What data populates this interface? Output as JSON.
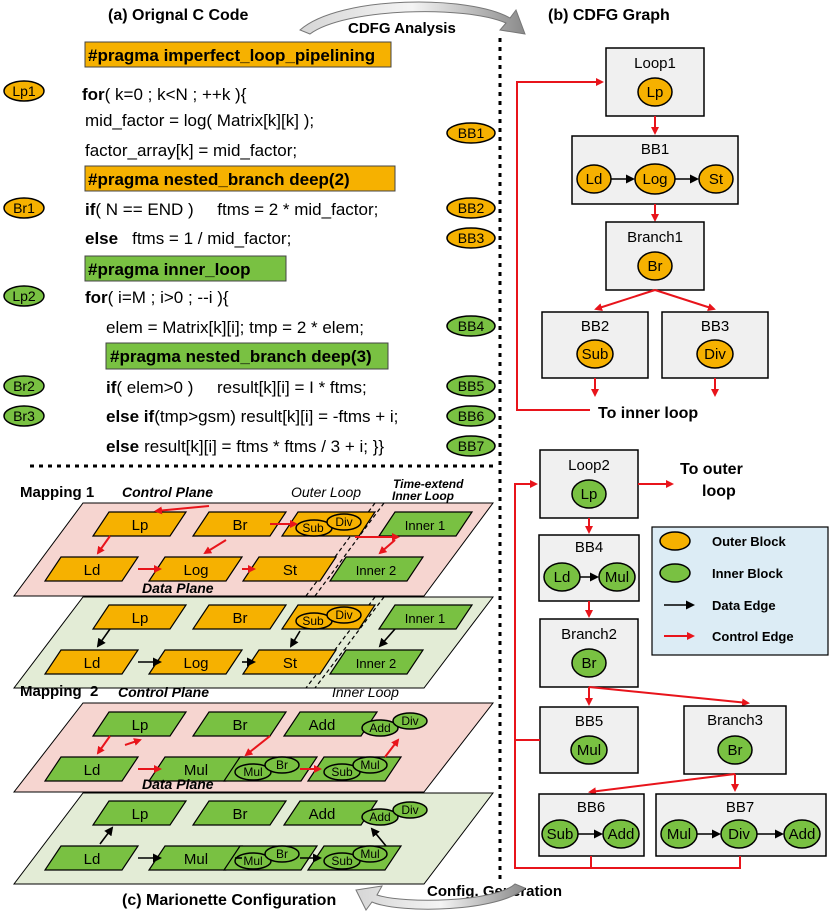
{
  "headings": {
    "a": "(a) Orignal C Code",
    "b": "(b) CDFG Graph",
    "c": "(c) Marionette Configuration",
    "cdfg_analysis": "CDFG Analysis",
    "config_generation": "Config. Generation"
  },
  "code": {
    "pragma1": "#pragma imperfect_loop_pipelining",
    "line_for1_kw": "for",
    "line_for1_rest": "( k=0 ; k<N ; ++k ){",
    "line_mid": "mid_factor = log( Matrix[k][k] );",
    "line_factor": "factor_array[k] = mid_factor;",
    "pragma2": "#pragma nested_branch deep(2)",
    "line_if1_kw": "if",
    "line_if1_rest": "( N == END )     ftms = 2 * mid_factor;",
    "line_else1_kw": "else",
    "line_else1_rest": "ftms = 1 / mid_factor;",
    "pragma3": "#pragma inner_loop",
    "line_for2_kw": "for",
    "line_for2_rest": "( i=M ; i>0 ; --i ){",
    "line_elem": "elem = Matrix[k][i]; tmp = 2 * elem;",
    "pragma4": "#pragma nested_branch deep(3)",
    "line_if2_kw": "if",
    "line_if2_rest": "( elem>0 )     result[k][i] = I * ftms;",
    "line_elseif_kw": "else if",
    "line_elseif_rest": "(tmp>gsm) result[k][i] = -ftms + i;",
    "line_else2_kw": "else",
    "line_else2_rest": "result[k][i] = ftms * ftms / 3 + i; }}"
  },
  "left_tags": [
    "Lp1",
    "Br1",
    "Lp2",
    "Br2",
    "Br3"
  ],
  "right_tags": [
    "BB1",
    "BB2",
    "BB3",
    "BB4",
    "BB5",
    "BB6",
    "BB7"
  ],
  "graph": {
    "loop1": "Loop1",
    "bb1": "BB1",
    "branch1": "Branch1",
    "bb2": "BB2",
    "bb3": "BB3",
    "to_inner": "To inner loop",
    "loop2": "Loop2",
    "to_outer_1": "To outer",
    "to_outer_2": "loop",
    "bb4": "BB4",
    "branch2": "Branch2",
    "bb5": "BB5",
    "branch3": "Branch3",
    "bb6": "BB6",
    "bb7": "BB7",
    "ops": {
      "lp": "Lp",
      "ld": "Ld",
      "log": "Log",
      "st": "St",
      "br": "Br",
      "sub": "Sub",
      "div": "Div",
      "mul": "Mul",
      "add": "Add"
    }
  },
  "legend": {
    "outer": "Outer Block",
    "inner": "Inner Block",
    "data_edge": "Data Edge",
    "control_edge": "Control Edge"
  },
  "mapping": {
    "m1": "Mapping 1",
    "m2": "Mapping  2",
    "control_plane": "Control Plane",
    "data_plane": "Data Plane",
    "outer_loop": "Outer Loop",
    "time_extend_1": "Time-extend",
    "time_extend_2": "Inner Loop",
    "inner_loop": "Inner Loop",
    "inner1": "Inner 1",
    "inner2": "Inner 2"
  },
  "colors": {
    "outer": "#f6b100",
    "inner": "#79c142",
    "control": "#e8141b",
    "plane_control": "#f6d5d0",
    "plane_data": "#e3ecd6"
  }
}
